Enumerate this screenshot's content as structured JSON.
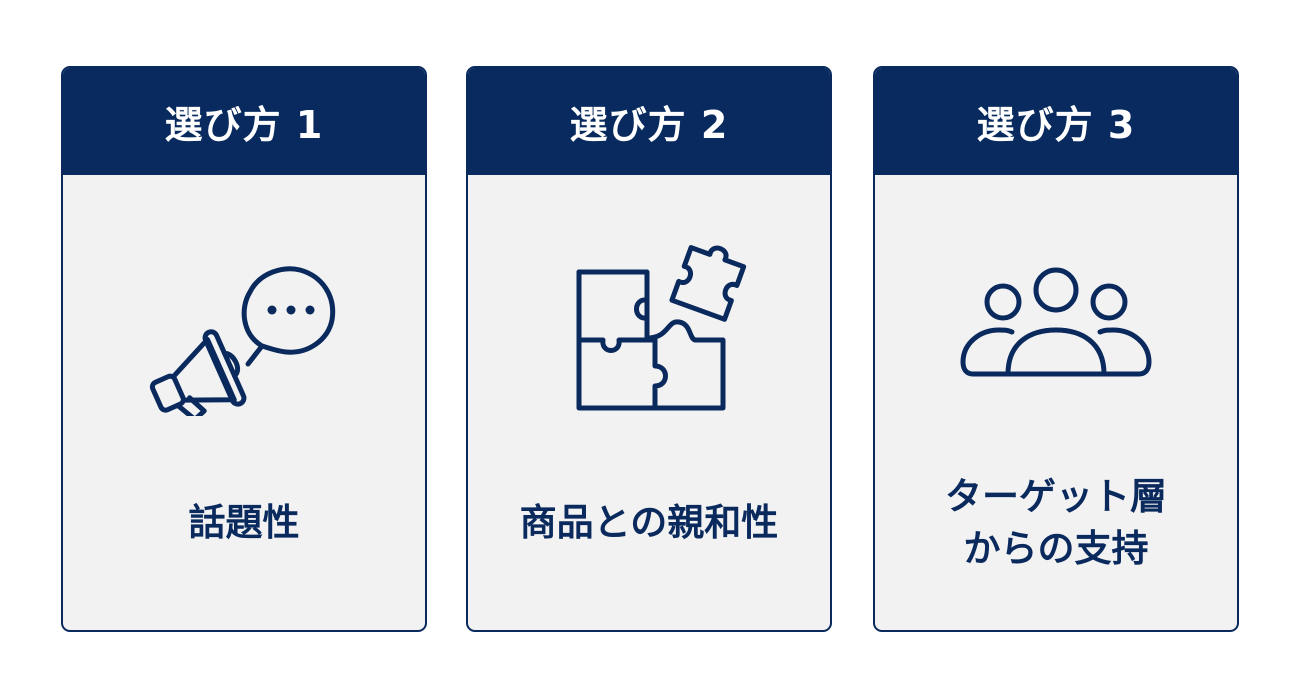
{
  "accent_color": "#082a5f",
  "card_background": "#f2f2f3",
  "cards": [
    {
      "header": "選び方 1",
      "icon": "megaphone-chat-icon",
      "label": "話題性"
    },
    {
      "header": "選び方 2",
      "icon": "puzzle-icon",
      "label": "商品との親和性"
    },
    {
      "header": "選び方 3",
      "icon": "people-group-icon",
      "label": "ターゲット層\nからの支持"
    }
  ]
}
